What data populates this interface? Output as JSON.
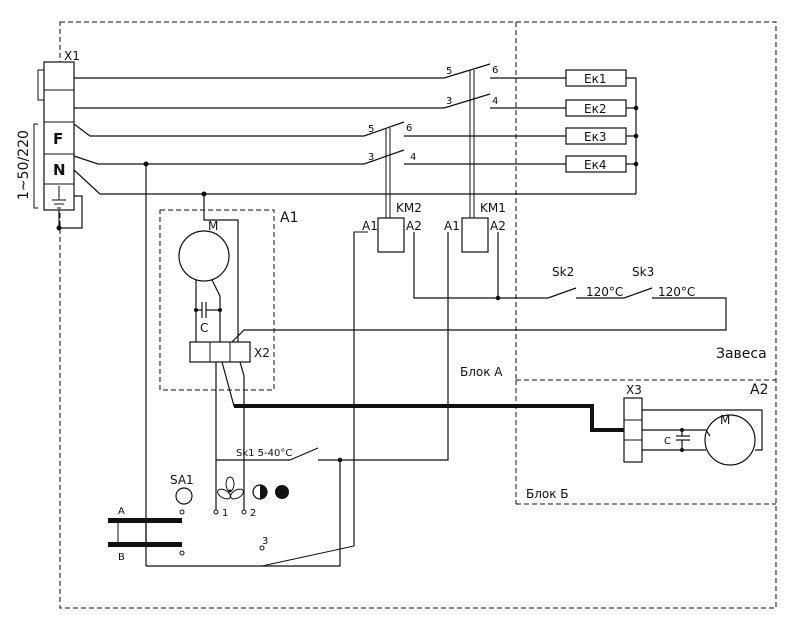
{
  "connectors": {
    "x1": "X1",
    "x2": "X2",
    "x3": "X3"
  },
  "terminals": {
    "phase": "F",
    "neutral": "N"
  },
  "supply": "1~50/220",
  "blocks": {
    "a1": "A1",
    "a2": "A2",
    "block_a": "Блок А",
    "block_b": "Блок Б",
    "curtain": "Завеса"
  },
  "heaters": [
    "Ек1",
    "Ек2",
    "Ек3",
    "Ек4"
  ],
  "contactors": {
    "km1": {
      "label": "KM1",
      "a1": "A1",
      "a2": "A2"
    },
    "km2": {
      "label": "KM2",
      "a1": "A1",
      "a2": "A2"
    }
  },
  "contacts": {
    "c5a": "5",
    "c6a": "6",
    "c3a": "3",
    "c4a": "4",
    "c5b": "5",
    "c6b": "6",
    "c3b": "3",
    "c4b": "4"
  },
  "thermostats": {
    "sk2": {
      "label": "Sk2",
      "temp": "120°C"
    },
    "sk3": {
      "label": "Sk3",
      "temp": "120°C"
    },
    "sk1": {
      "label": "Sk1 5-40°C"
    }
  },
  "motors": {
    "m1": "M",
    "m2": "M"
  },
  "capacitors": {
    "c1": "C",
    "c2": "C"
  },
  "switch_sa1": {
    "label": "SA1",
    "bus_a": "A",
    "bus_b": "B",
    "pos1": "1",
    "pos2": "2",
    "pos3": "3"
  }
}
